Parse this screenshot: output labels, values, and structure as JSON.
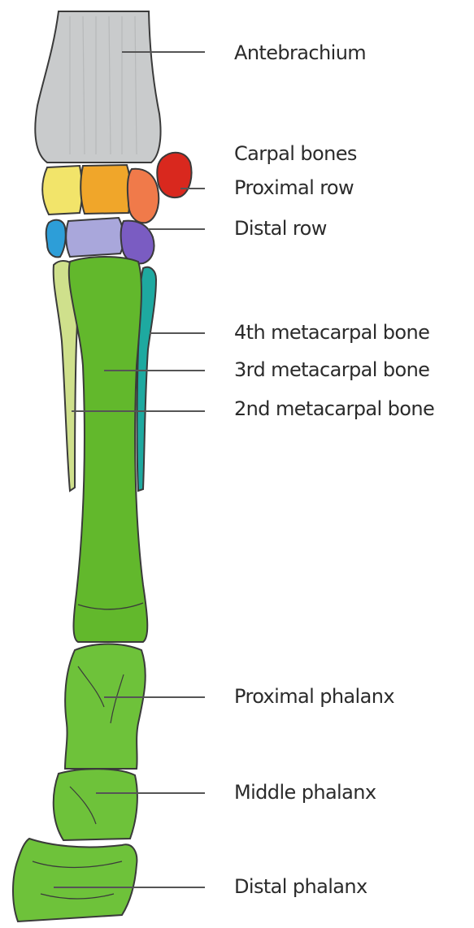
{
  "labels": {
    "antebrachium": "Antebrachium",
    "carpal_bones": "Carpal bones",
    "proximal_row": "Proximal row",
    "distal_row": "Distal row",
    "metacarpal_4": "4th metacarpal bone",
    "metacarpal_3": "3rd metacarpal bone",
    "metacarpal_2": "2nd metacarpal bone",
    "proximal_phalanx": "Proximal phalanx",
    "middle_phalanx": "Middle phalanx",
    "distal_phalanx": "Distal phalanx"
  },
  "colors": {
    "antebrachium": "#c9cbcc",
    "radial_carpal": "#f2e46a",
    "intermediate_carpal": "#f0a62a",
    "ulnar_carpal": "#f07a4a",
    "accessory_carpal": "#d9281e",
    "second_carpal": "#2d9ed8",
    "third_carpal": "#a9a7db",
    "fourth_carpal": "#7a5cc2",
    "metacarpal_3": "#62b82c",
    "metacarpal_2": "#cfe08c",
    "metacarpal_4": "#1ea9a0",
    "phalanges": "#6ec23a",
    "outline": "#3a3a3a",
    "leader_line": "#555555",
    "label_text": "#2b2b2b"
  }
}
